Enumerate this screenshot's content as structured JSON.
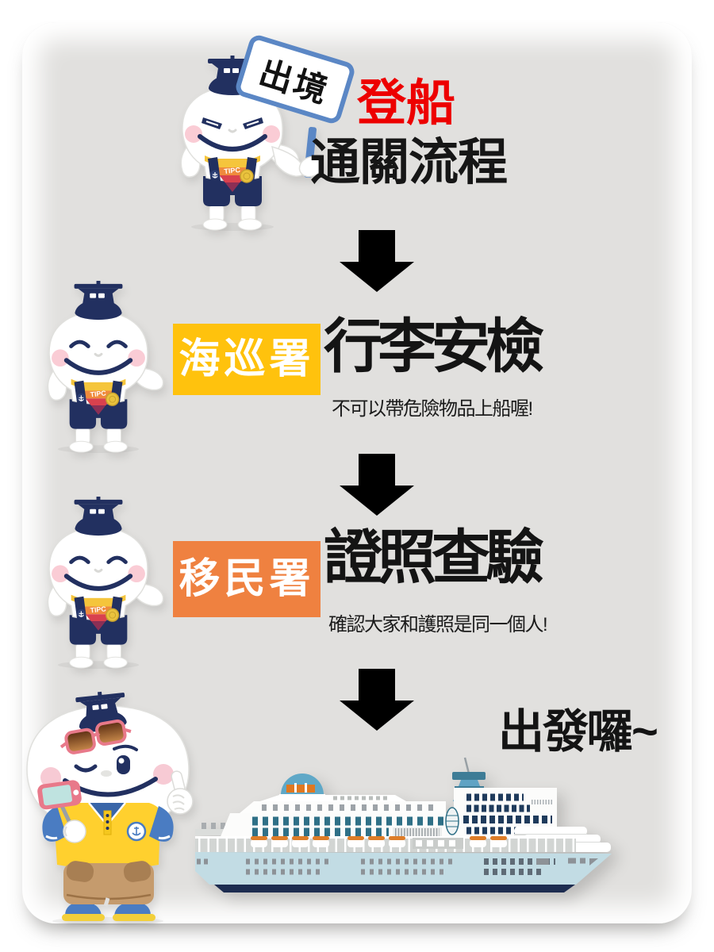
{
  "header": {
    "sign": "出境",
    "title_red": "登船",
    "title_main": "通關流程"
  },
  "steps": [
    {
      "agency": "海巡署",
      "badge_color": "#ffc20d",
      "title": "行李安檢",
      "note": "不可以帶危險物品上船喔!"
    },
    {
      "agency": "移民署",
      "badge_color": "#ef8140",
      "title": "證照查驗",
      "note": "確認大家和護照是同一個人!"
    }
  ],
  "footer": {
    "cheer": "出發囉~"
  },
  "mascot": {
    "scarf_text": "TIPC"
  },
  "icons": {
    "flow_arrow": "down-arrow-icon",
    "ship": "cruise-ship-illustration"
  },
  "colors": {
    "card_background": "#e1e0de",
    "title_red": "#ed0000",
    "text_black": "#161616",
    "arrow_black": "#000000",
    "badge_yellow": "#ffc20d",
    "badge_orange": "#ef8140",
    "mascot_navy": "#223060",
    "sign_blue": "#5b87c5",
    "ship_hull_blue": "#c2dce4",
    "ship_keel_navy": "#1d2c50",
    "lifeboat_orange": "#de7d28"
  }
}
